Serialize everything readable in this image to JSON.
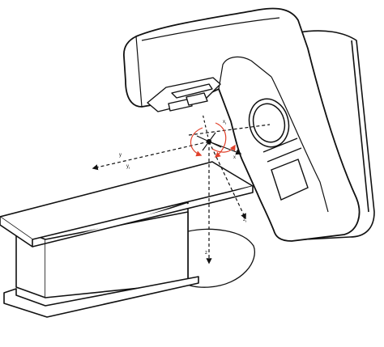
{
  "colors": {
    "line": "#111111",
    "rotation_arrows": "#e0402a",
    "fill": "#ffffff"
  },
  "axes": {
    "x": {
      "label": "x",
      "subscript": ""
    },
    "y": {
      "label": "y",
      "subscript": ""
    },
    "z": {
      "label": "z",
      "subscript": ""
    },
    "xf": {
      "label": "x",
      "subscript": "f"
    },
    "yf": {
      "label": "y",
      "subscript": "f"
    },
    "zf": {
      "label": "z",
      "subscript": "f"
    }
  },
  "icons": [
    "gantry-linac",
    "patient-couch",
    "beam-collimator",
    "isocenter-crosshair",
    "rotation-arrows"
  ]
}
